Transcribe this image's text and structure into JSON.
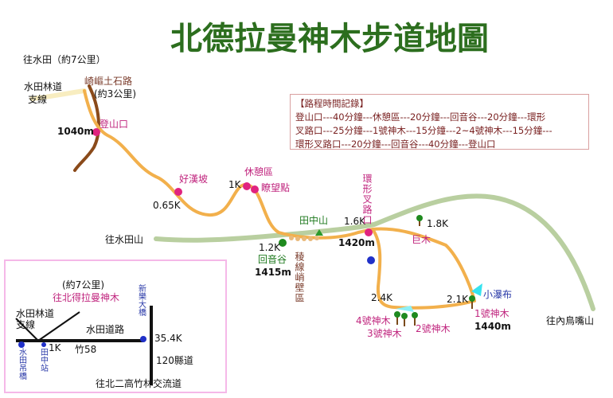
{
  "title": "北德拉曼神木步道地圖",
  "record": {
    "heading": "【路程時間記錄】",
    "lines": [
      "登山口---40分鐘---休憩區---20分鐘---回音谷---20分鐘---環形",
      "叉路口---25分鐘---1號神木---15分鐘---2~4號神木---15分鐘---",
      "環形叉路口---20分鐘---回音谷---40分鐘---登山口"
    ]
  },
  "map": {
    "to_shuitian": "往水田（約7公里）",
    "shuitian_branch_1": "水田林道",
    "shuitian_branch_2": "支線",
    "rock_road": "崎嶇土石路",
    "rock_road_dist": "(約3公里)",
    "trailhead": "登山口",
    "trailhead_alt": "1040m",
    "haohan_slope": "好漢坡",
    "haohan_dist": "0.65K",
    "rest_area": "休憩區",
    "km_1": "1K",
    "viewpoint": "瞭望點",
    "to_shuitian_mtn": "往水田山",
    "ridge_dist": "1.2K",
    "echo_valley": "回音谷",
    "echo_alt": "1415m",
    "tianzhong_mtn": "田中山",
    "ridge_rock": "稜線峭壁區",
    "loop_junction": "環形叉路口",
    "junction_dist": "1.6K",
    "junction_alt": "1420m",
    "km_18": "1.8K",
    "giant_tree": "巨木",
    "to_neiniao": "往內鳥嘴山",
    "small_fall": "小瀑布",
    "km_21": "2.1K",
    "tree_1": "1號神木",
    "tree_1_alt": "1440m",
    "km_24": "2.4K",
    "tree_4": "4號神木",
    "tree_2": "2號神木",
    "tree_3": "3號神木"
  },
  "inset": {
    "dist": "(約7公里)",
    "to_beidelaman": "往北得拉曼神木",
    "branch_1": "水田林道",
    "branch_2": "支線",
    "shuitian_road": "水田道路",
    "xinle_bridge": "新樂大橋",
    "km_354": "35.4K",
    "zhu58": "竹58",
    "county120": "120縣道",
    "km_1": "1K",
    "shuitian_bridge": "水田吊橋",
    "tianzhong_station": "田中站",
    "to_freeway": "往北二高竹林交流道"
  },
  "colors": {
    "title": "#2c6e1e",
    "trail": "#f2b04c",
    "road_green": "#b9cfa0",
    "pink_marker": "#e0237f",
    "green_marker": "#1f8a1f",
    "blue_marker": "#2030c8",
    "brown_road": "#8a4a1a",
    "inset_border": "#f5b8e8"
  }
}
